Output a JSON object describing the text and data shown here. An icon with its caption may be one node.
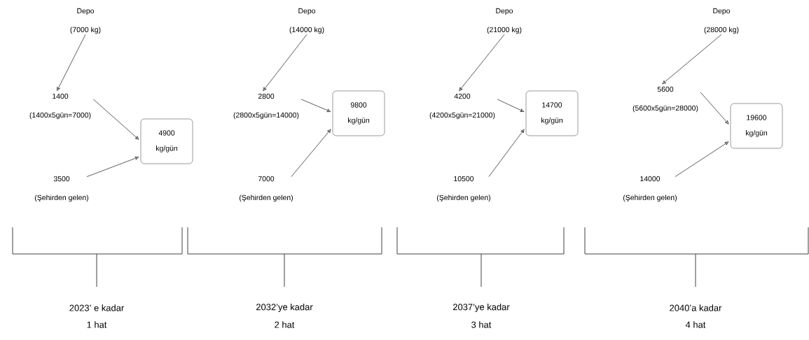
{
  "diagram": {
    "nodes": [
      {
        "text": [
          "Depo",
          "(7000 kg)"
        ]
      },
      {
        "text": [
          "1400",
          "(1400x5gün=7000)"
        ]
      },
      {
        "text": [
          "4900 kg/gün"
        ]
      },
      {
        "text": [
          "3500",
          "(Şehirden gelen)"
        ]
      },
      {
        "text": [
          "Depo",
          "(14000 kg)"
        ]
      },
      {
        "text": [
          "2800",
          "(2800x5gün=14000)"
        ]
      },
      {
        "text": [
          "9800 kg/gün"
        ]
      },
      {
        "text": [
          "7000",
          "(Şehirden gelen)"
        ]
      },
      {
        "text": [
          "Depo",
          "(21000 kg)"
        ]
      },
      {
        "text": [
          "4200",
          "(4200x5gün=21000)"
        ]
      },
      {
        "text": [
          "14700 kg/gün"
        ]
      },
      {
        "text": [
          "10500",
          "(Şehirden gelen)"
        ]
      },
      {
        "text": [
          "Depo",
          "(28000 kg)"
        ]
      },
      {
        "text": [
          "5600",
          "(5600x5gün=28000)"
        ]
      },
      {
        "text": [
          "19600 kg/gün"
        ]
      },
      {
        "text": [
          "14000",
          "(Şehirden gelen)"
        ]
      }
    ],
    "edges": [
      {
        "from": 0,
        "to": 1,
        "arrow": "to"
      },
      {
        "from": 1,
        "to": 2,
        "arrow": "to"
      },
      {
        "from": 3,
        "to": 2,
        "arrow": "to"
      },
      {
        "from": 4,
        "to": 5,
        "arrow": "to"
      },
      {
        "from": 5,
        "to": 6,
        "arrow": "to"
      },
      {
        "from": 7,
        "to": 6,
        "arrow": "to"
      },
      {
        "from": 8,
        "to": 9,
        "arrow": "to"
      },
      {
        "from": 9,
        "to": 10,
        "arrow": "to"
      },
      {
        "from": 11,
        "to": 10,
        "arrow": "to"
      },
      {
        "from": 12,
        "to": 13,
        "arrow": "to"
      },
      {
        "from": 13,
        "to": 14,
        "arrow": "to"
      },
      {
        "from": 15,
        "to": 14,
        "arrow": "to"
      }
    ],
    "labels": [
      "2023’ e kadar",
      "1 hat",
      "2032’ye kadar",
      "2 hat",
      "2037’ye kadar",
      "3 hat",
      "2040’a kadar",
      "4 hat"
    ]
  }
}
